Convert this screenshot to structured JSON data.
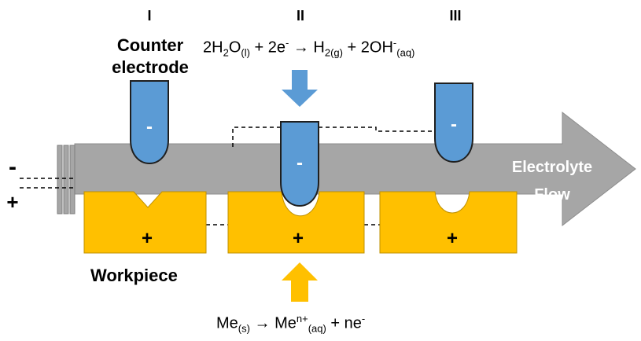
{
  "stages": {
    "stage1": "I",
    "stage2": "II",
    "stage3": "III"
  },
  "labels": {
    "counter_electrode_line1": "Counter",
    "counter_electrode_line2": "electrode",
    "workpiece": "Workpiece",
    "electrolyte_line1": "Electrolyte",
    "electrolyte_line2": "Flow",
    "neg_terminal": "-",
    "pos_terminal": "+",
    "electrode_sign": "-",
    "workpiece_sign": "+"
  },
  "equations": {
    "cathode": {
      "a": "2H",
      "b": "2",
      "c": "O",
      "d": "(l)",
      "e": " + 2e",
      "f": "-",
      "g": " → H",
      "h": "2(g)",
      "i": " + 2OH",
      "j": "-",
      "k": "(aq)"
    },
    "anode": {
      "a": "Me",
      "b": "(s)",
      "c": " → Me",
      "d": "n+",
      "e": "(aq)",
      "f": " + ne",
      "g": "-"
    }
  },
  "colors": {
    "electrode": "#5B9BD5",
    "electrode_stroke": "#1F1F1F",
    "workpiece": "#FFC000",
    "flow_arrow": "#A6A6A6",
    "arrow_blue": "#5B9BD5",
    "arrow_yellow": "#FFC000"
  }
}
